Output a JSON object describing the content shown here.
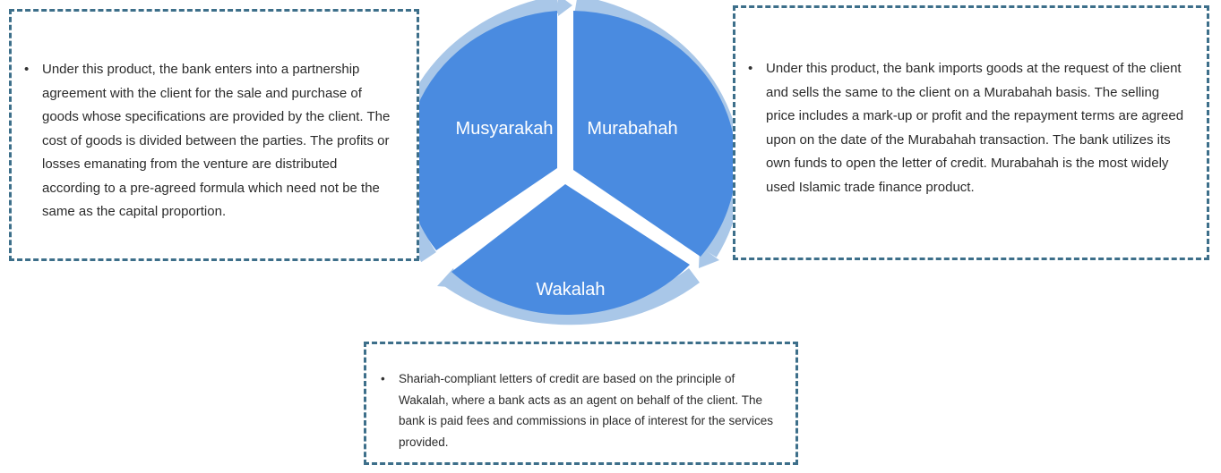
{
  "diagram": {
    "segments": [
      {
        "label": "Musyarakah"
      },
      {
        "label": "Murabahah"
      },
      {
        "label": "Wakalah"
      }
    ],
    "colors": {
      "segment_fill": "#4a8be0",
      "ring": "#a9c7e8",
      "box_border": "#3d6f8a"
    }
  },
  "boxes": {
    "musyarakah": {
      "bullet": "•",
      "text": "Under this product, the bank enters into a partnership agreement with the client for the sale and purchase of goods whose specifications are provided by the client. The cost of goods is divided between the parties. The profits or losses emanating from the venture are distributed according to a pre-agreed formula which need not be the same as the capital proportion."
    },
    "murabahah": {
      "bullet": "•",
      "text": "Under this product, the bank imports goods at the request of the client and sells the same to the client on a Murabahah basis. The selling price includes a mark-up or profit and the repayment terms are agreed upon on the date of the Murabahah transaction. The bank utilizes its own funds to open the letter of credit. Murabahah is the most widely used Islamic trade finance product."
    },
    "wakalah": {
      "bullet": "•",
      "text": "Shariah-compliant letters of credit are based on the principle of Wakalah, where a bank acts as an agent on behalf of the client. The bank is paid fees and commissions in place of interest for the services provided."
    }
  }
}
